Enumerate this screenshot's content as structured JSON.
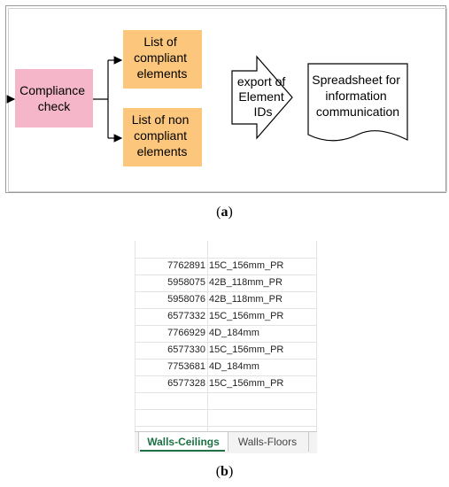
{
  "diagram": {
    "compliance_check": [
      "Compliance",
      "check"
    ],
    "compliant_list": [
      "List of",
      "compliant",
      "elements"
    ],
    "non_compliant_list": [
      "List of non",
      "compliant",
      "elements"
    ],
    "export": [
      "export of",
      "Element",
      "IDs"
    ],
    "spreadsheet": [
      "Spreadsheet for",
      "information",
      "communication"
    ],
    "colors": {
      "pink": "#f4b6c8",
      "orange": "#fcc77d"
    }
  },
  "caption_a": "a",
  "caption_b": "b",
  "sheet": {
    "rows": [
      {
        "id": "7762891",
        "name": "15C_156mm_PR"
      },
      {
        "id": "5958075",
        "name": "42B_118mm_PR"
      },
      {
        "id": "5958076",
        "name": "42B_118mm_PR"
      },
      {
        "id": "6577332",
        "name": "15C_156mm_PR"
      },
      {
        "id": "7766929",
        "name": "4D_184mm"
      },
      {
        "id": "6577330",
        "name": "15C_156mm_PR"
      },
      {
        "id": "7753681",
        "name": "4D_184mm"
      },
      {
        "id": "6577328",
        "name": "15C_156mm_PR"
      }
    ],
    "tabs": {
      "active": "Walls-Ceilings",
      "inactive": "Walls-Floors"
    },
    "accent": "#1e7145"
  }
}
